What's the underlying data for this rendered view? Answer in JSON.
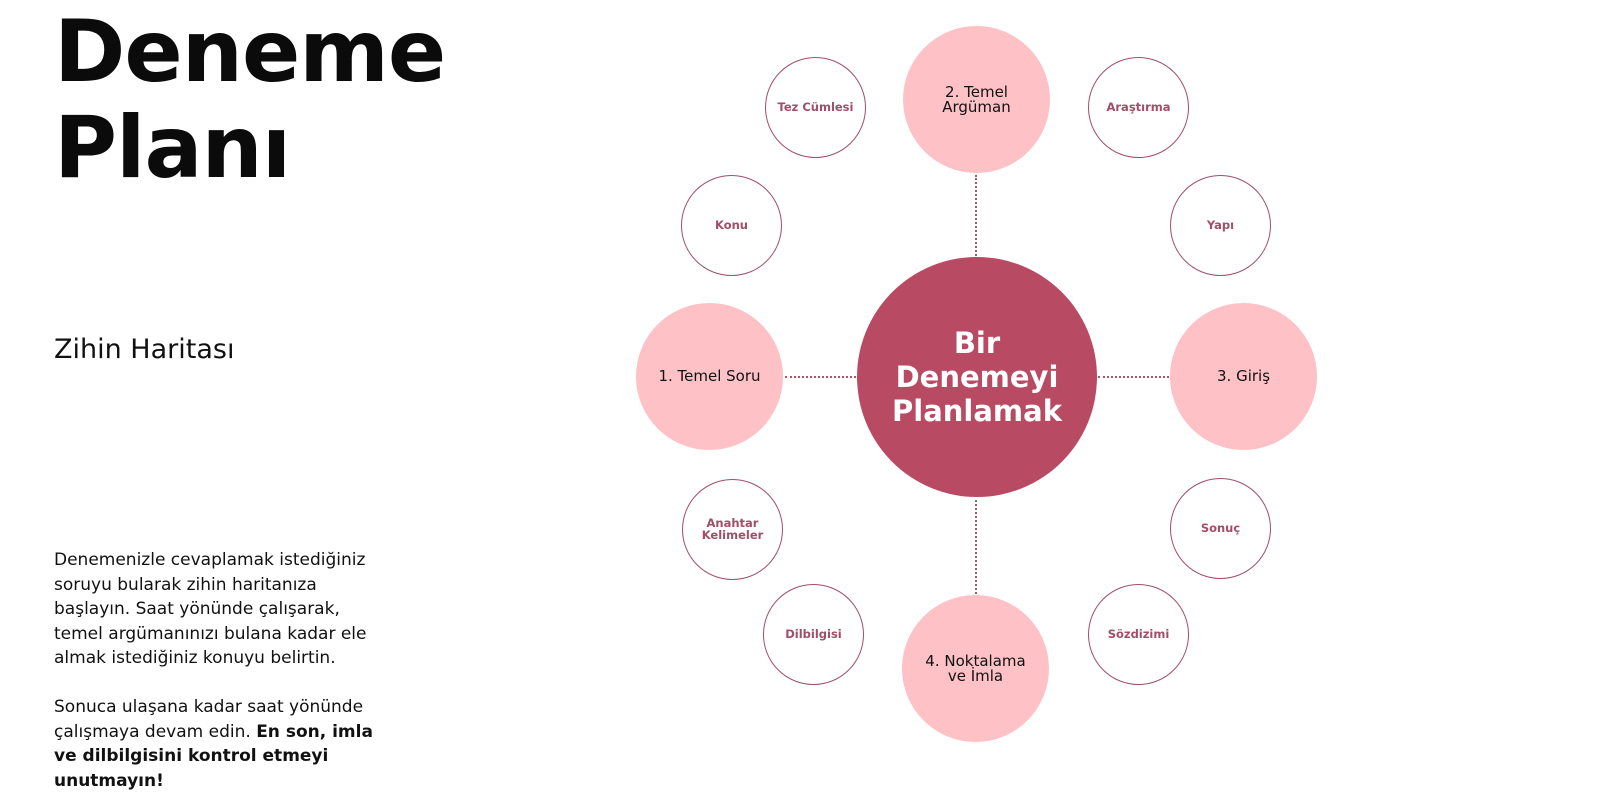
{
  "title": {
    "line1": "Deneme",
    "line2": "Planı"
  },
  "subtitle": "Zihin Haritası",
  "description": {
    "paragraph1": "Denemenizle cevaplamak istediğiniz soruyu bularak zihin haritanıza başlayın. Saat yönünde çalışarak, temel argümanınızı bulana kadar ele almak istediğiniz konuyu belirtin.",
    "paragraph2_plain": "Sonuca ulaşana kadar saat yönünde çalışmaya devam edin.",
    "paragraph2_bold": "En son, imla ve dilbilgisini kontrol etmeyi unutmayın!"
  },
  "mindmap": {
    "center": "Bir Denemeyi Planlamak",
    "main_nodes": {
      "first": "1. Temel Soru",
      "second": "2. Temel Argüman",
      "third": "3. Giriş",
      "fourth": "4. Noktalama ve İmla"
    },
    "sub_nodes": {
      "tez": "Tez Cümlesi",
      "konu": "Konu",
      "anahtar": "Anahtar Kelimeler",
      "dilbilgisi": "Dilbilgisi",
      "arastirma": "Araştırma",
      "yapi": "Yapı",
      "sonuc": "Sonuç",
      "sozdizimi": "Sözdizimi"
    }
  },
  "colors": {
    "center_fill": "#b84b63",
    "main_fill": "#fdc1c6",
    "sub_outline": "#a14e66",
    "connector": "#a8576d"
  }
}
